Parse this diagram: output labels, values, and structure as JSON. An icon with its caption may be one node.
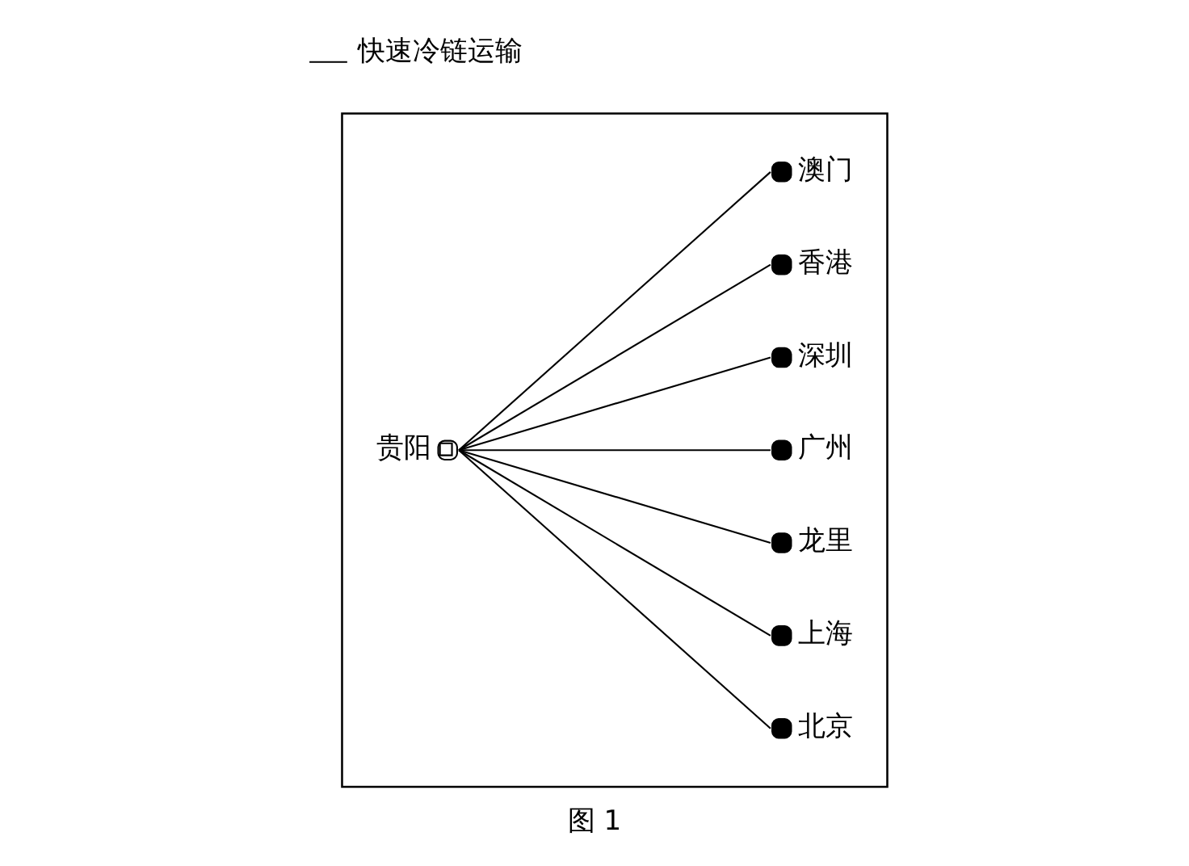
{
  "diagram": {
    "caption": "图 1",
    "nodes": [
      {
        "text": [],
        "shape": "box"
      },
      {
        "text": [
          "贵阳"
        ],
        "in": 0
      },
      {
        "text": [
          "北京"
        ],
        "in": 0
      },
      {
        "text": [
          "上海"
        ],
        "in": 0
      },
      {
        "text": [
          "龙里"
        ],
        "in": 0
      },
      {
        "text": [
          "广州"
        ],
        "in": 0
      },
      {
        "text": [
          "深圳"
        ],
        "in": 0
      },
      {
        "text": [
          "香港"
        ],
        "in": 0
      },
      {
        "text": [
          "澳门"
        ],
        "in": 0
      }
    ],
    "edges": [
      {
        "from": 1,
        "to": 2,
        "arrow": "none"
      },
      {
        "from": 1,
        "to": 3,
        "arrow": "none"
      },
      {
        "from": 1,
        "to": 4,
        "arrow": "none"
      },
      {
        "from": 1,
        "to": 5,
        "arrow": "none"
      },
      {
        "from": 1,
        "to": 6,
        "arrow": "none"
      },
      {
        "from": 1,
        "to": 7,
        "arrow": "none"
      },
      {
        "from": 1,
        "to": 8,
        "arrow": "none"
      }
    ],
    "legend": [
      {
        "text": "快速冷链运输"
      }
    ]
  }
}
